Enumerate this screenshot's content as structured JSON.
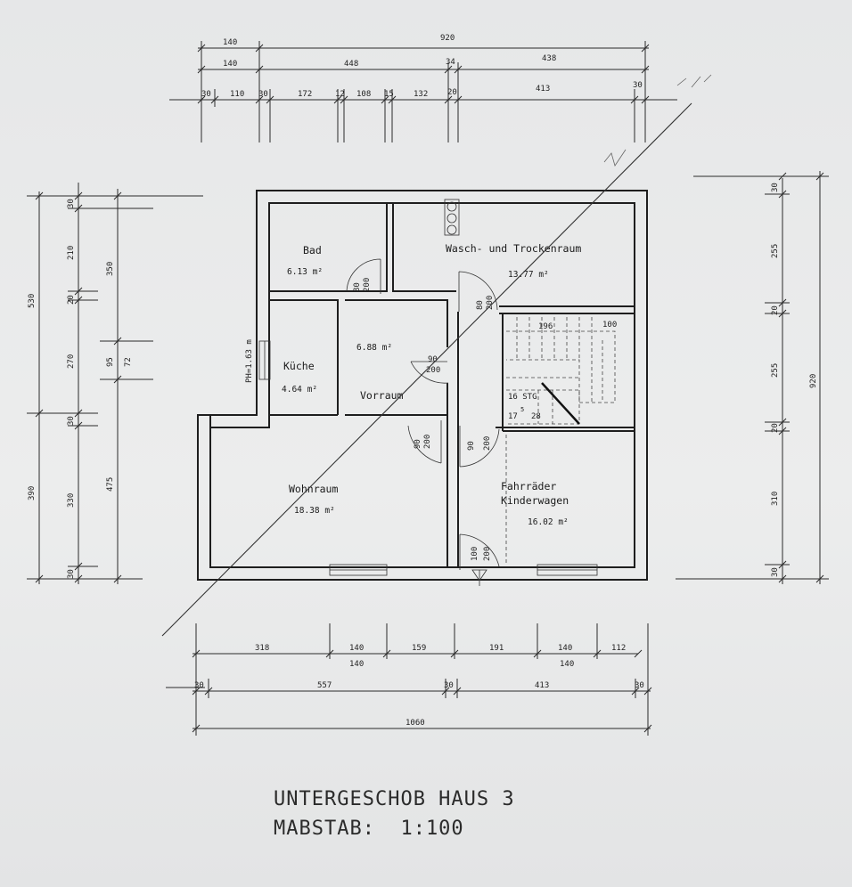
{
  "title": {
    "line1": "UNTERGESCHOB HAUS 3",
    "line2": "MABSTAB:  1:100"
  },
  "rooms": {
    "bad": {
      "name": "Bad",
      "area": "6.13 m²"
    },
    "wasch": {
      "name": "Wasch- und Trockenraum",
      "area": "13.77 m²"
    },
    "kueche": {
      "name": "Küche",
      "area": "4.64 m²"
    },
    "vorraum": {
      "name": "Vorraum",
      "area": "6.88 m²"
    },
    "wohnraum": {
      "name": "Wohnraum",
      "area": "18.38 m²"
    },
    "fahrraeder": {
      "name1": "Fahrräder",
      "name2": "Kinderwagen",
      "area": "16.02 m²"
    }
  },
  "ph_label": "PH=1.63 m",
  "doors": {
    "bad": {
      "w": "80",
      "h": "200"
    },
    "wasch": {
      "w": "80",
      "h": "200"
    },
    "kueche_vor": {
      "w": "90",
      "h": "200"
    },
    "wohn": {
      "w": "90",
      "h": "200"
    },
    "fahr": {
      "w": "90",
      "h": "200"
    },
    "entry": {
      "w": "100",
      "h": "200"
    }
  },
  "stair": {
    "steps": "16 STG",
    "ratio_a": "17",
    "ratio_b": "5",
    "ratio_c": "28",
    "len1": "196",
    "len2": "100"
  },
  "dims_top": {
    "row1": [
      "140",
      "920"
    ],
    "row2": [
      "140",
      "448",
      "34",
      "438"
    ],
    "row3": [
      "30",
      "110",
      "30",
      "172",
      "12",
      "108",
      "15",
      "132",
      "20",
      "413",
      "30"
    ]
  },
  "dims_bottom": {
    "row1": [
      "318",
      "140",
      "159",
      "191",
      "140",
      "112"
    ],
    "row1_sub": [
      "140",
      "140"
    ],
    "row2": [
      "30",
      "557",
      "30",
      "413",
      "30"
    ],
    "row3": [
      "1060"
    ]
  },
  "dims_left": {
    "outer": [
      "530",
      "390"
    ],
    "mid": [
      "30",
      "210",
      "20",
      "270",
      "30",
      "330",
      "30"
    ],
    "inner": [
      "350",
      "95",
      "72",
      "475"
    ]
  },
  "dims_right": {
    "inner": [
      "30",
      "255",
      "20",
      "255",
      "20",
      "310",
      "30"
    ],
    "outer": [
      "920"
    ]
  }
}
